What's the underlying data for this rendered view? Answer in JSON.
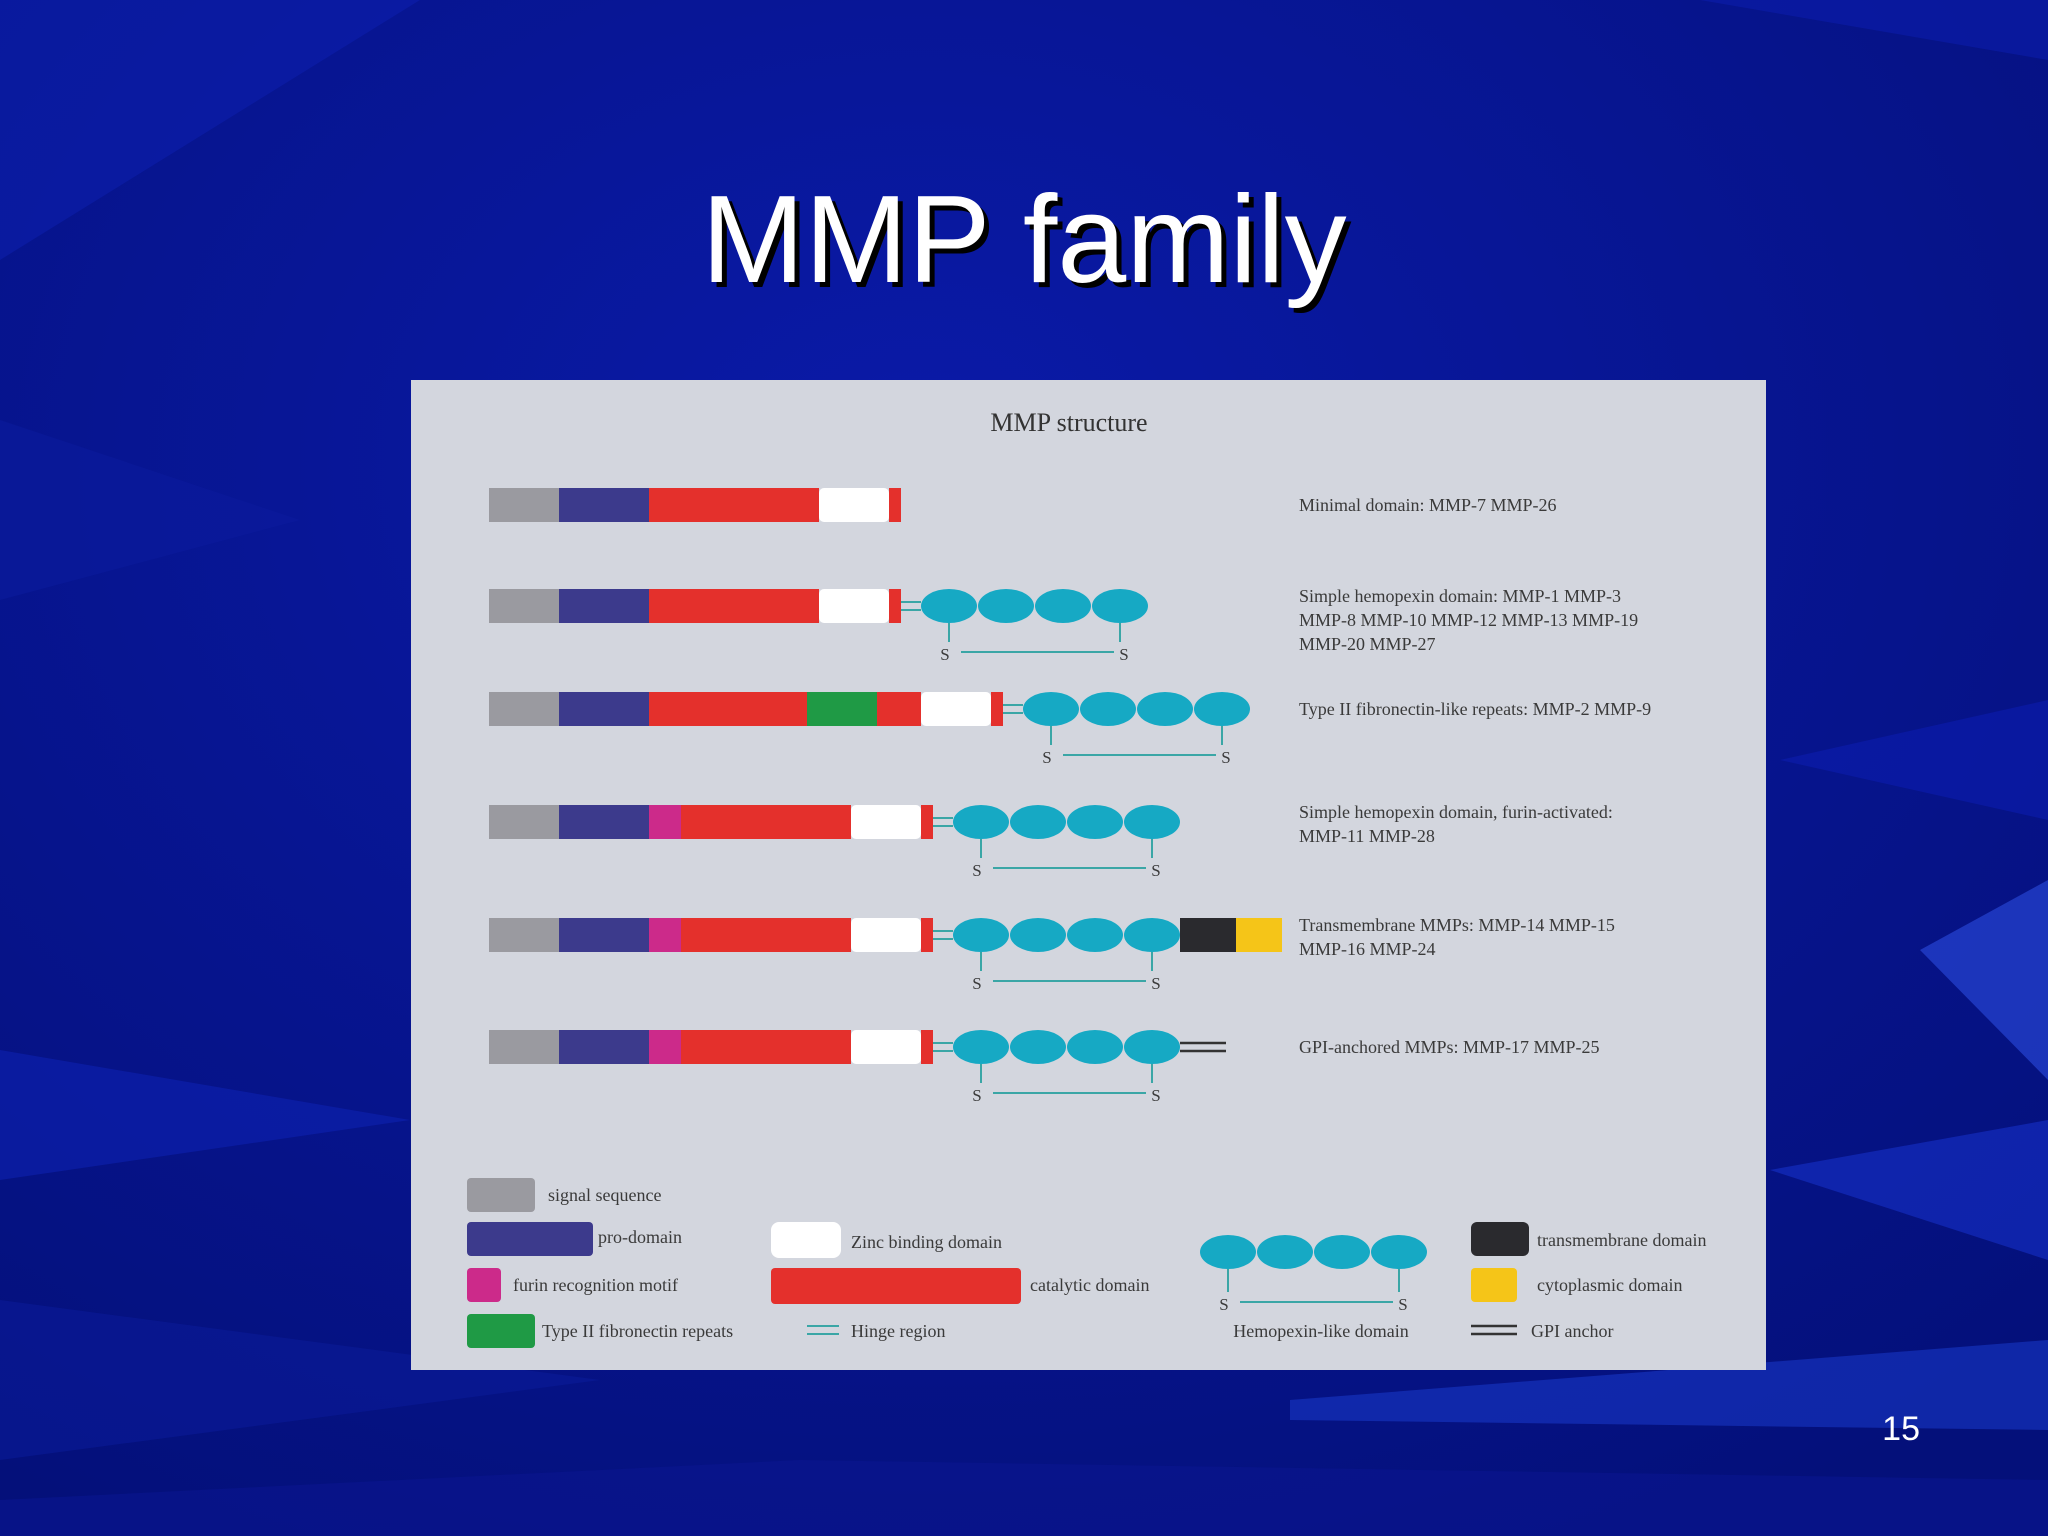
{
  "slide": {
    "title": "MMP family",
    "page_number": "15",
    "background_color": "#06108a"
  },
  "figure": {
    "title": "MMP structure",
    "rows": [
      {
        "label_lines": [
          "Minimal domain: MMP-7 MMP-26"
        ]
      },
      {
        "label_lines": [
          "Simple hemopexin domain: MMP-1 MMP-3",
          "MMP-8 MMP-10 MMP-12 MMP-13 MMP-19",
          "MMP-20 MMP-27"
        ]
      },
      {
        "label_lines": [
          "Type II fibronectin-like repeats: MMP-2 MMP-9"
        ]
      },
      {
        "label_lines": [
          "Simple hemopexin domain, furin-activated:",
          "MMP-11 MMP-28"
        ]
      },
      {
        "label_lines": [
          "Transmembrane MMPs: MMP-14 MMP-15",
          "MMP-16 MMP-24"
        ]
      },
      {
        "label_lines": [
          "GPI-anchored MMPs: MMP-17 MMP-25"
        ]
      }
    ],
    "disulfide_letter": "S",
    "legend": {
      "signal_sequence": "signal sequence",
      "pro_domain": "pro-domain",
      "furin_motif": "furin recognition motif",
      "fibronectin": "Type II fibronectin repeats",
      "zinc_binding": "Zinc binding domain",
      "catalytic": "catalytic domain",
      "hinge": "Hinge region",
      "hemopexin": "Hemopexin-like domain",
      "transmembrane": "transmembrane domain",
      "cytoplasmic": "cytoplasmic domain",
      "gpi_anchor": "GPI anchor"
    },
    "colors": {
      "signal": "#9a9aa0",
      "pro": "#3c3a8c",
      "furin": "#cc2a8a",
      "catalytic": "#e4302c",
      "zinc": "#ffffff",
      "fibronectin": "#1f9a45",
      "hemopexin": "#16a9c4",
      "hinge": "#3aa6a6",
      "transmembrane": "#2a2a2e",
      "cytoplasmic": "#f5c518",
      "gpi": "#333333"
    }
  }
}
